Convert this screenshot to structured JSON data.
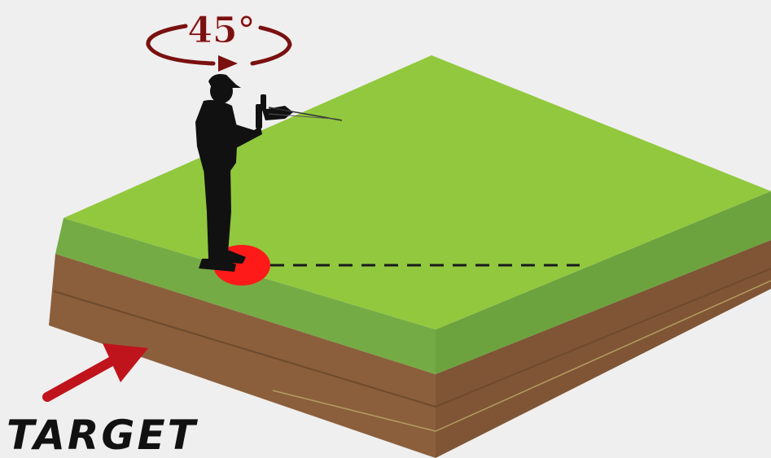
{
  "rotation": {
    "label": "45°"
  },
  "target": {
    "label": "TARGET"
  },
  "colors": {
    "background": "#efefef",
    "grass_top": "#92c83e",
    "grass_side": "#75ab45",
    "soil": "#8b5f3c",
    "soil_dark": "#7a5233",
    "soil_line": "#c2ad6e",
    "marker": "#ff1a1a",
    "rotation_arrow": "#7a1010",
    "target_arrow": "#c0141c",
    "silhouette": "#111111",
    "dashed_line": "#1a1a1a",
    "label_text": "#111111"
  },
  "icons": {
    "person": "person-with-detector-silhouette",
    "rotation": "rotation-arrow-icon",
    "target_pointer": "arrow-icon",
    "position": "position-marker"
  }
}
